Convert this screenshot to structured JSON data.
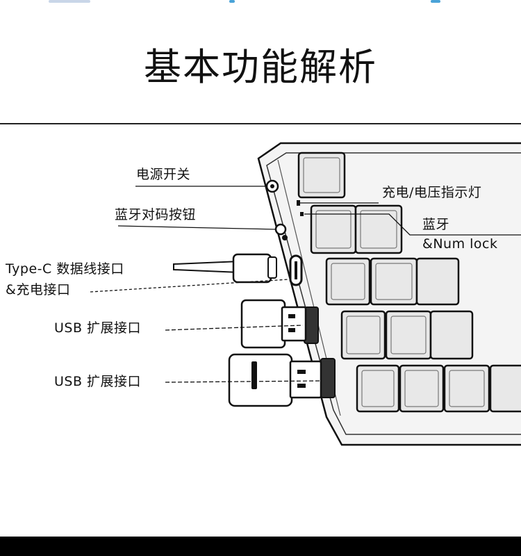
{
  "title": "基本功能解析",
  "labels": {
    "power_switch": "电源开关",
    "bt_pair": "蓝牙对码按钮",
    "typec_line1": "Type-C 数据线接口",
    "typec_line2": "&充电接口",
    "usb1": "USB 扩展接口",
    "usb2": "USB 扩展接口",
    "charge_indicator": "充电/电压指示灯",
    "bt_indicator_line1": "蓝牙",
    "bt_indicator_line2": "&Num lock"
  },
  "colors": {
    "line": "#111111",
    "key_fill": "#e8e8e8",
    "body_fill": "#f4f4f4",
    "top_accent_blue": "#4aa3d8",
    "top_accent_red": "#d94a4a"
  }
}
